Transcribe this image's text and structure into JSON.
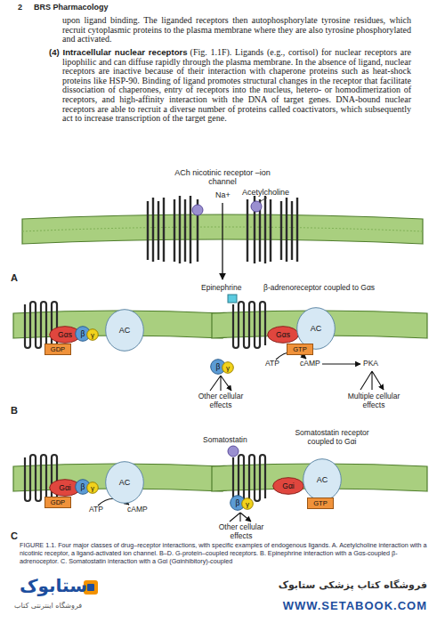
{
  "diagram": {
    "caption": "FIGURE 1.1. Four major classes of drug–receptor interactions, with specific examples of endogenous ligands. A. Acetylcholine interaction with a nicotinic receptor, a ligand-activated ion channel. B–D. G-protein–coupled receptors. B. Epinephrine interaction with a Gαs-coupled β-adrenoceptor. C. Somatostatin interaction with a Gαi (Gαinhibitory)-coupled",
    "nodes": [
      {
        "text": [
          "Gαs"
        ]
      },
      {
        "text": [
          "β"
        ]
      },
      {
        "text": [
          "γ"
        ]
      },
      {
        "text": [
          "GDP"
        ]
      },
      {
        "text": [
          "AC"
        ]
      },
      {
        "text": [
          "Gαs"
        ]
      },
      {
        "text": [
          "AC"
        ]
      },
      {
        "text": [
          "GTP"
        ]
      },
      {
        "text": [
          "β"
        ]
      },
      {
        "text": [
          "γ"
        ]
      },
      {
        "text": [
          "Gαi"
        ]
      },
      {
        "text": [
          "β"
        ]
      },
      {
        "text": [
          "γ"
        ]
      },
      {
        "text": [
          "GDP"
        ]
      },
      {
        "text": [
          "AC"
        ]
      },
      {
        "text": [
          "Gαi"
        ]
      },
      {
        "text": [
          "AC"
        ]
      },
      {
        "text": [
          "GTP"
        ]
      },
      {
        "text": [
          "β"
        ]
      },
      {
        "text": [
          "γ"
        ]
      }
    ],
    "labels": [
      "2",
      "BRS Pharmacology",
      "upon ligand binding. The liganded receptors then autophosphorylate tyrosine residues, which recruit cytoplasmic proteins to the plasma membrane where they are also tyrosine phosphorylated and activated.",
      "(4) Intracellular nuclear receptors",
      "(Fig. 1.1F). Ligands (e.g., cortisol) for nuclear receptors are lipophilic and can diffuse rapidly through the plasma membrane. In the absence of ligand, nuclear receptors are inactive because of their interaction with chaperone proteins such as heat-shock proteins like HSP-90. Binding of ligand promotes structural changes in the receptor that facilitate dissociation of chaperones, entry of receptors into the nucleus, hetero- or homodimerization of receptors, and high-affinity interaction with the DNA of target genes. DNA-bound nuclear receptors are able to recruit a diverse number of proteins called coactivators, which subsequently act to increase transcription of the target gene.",
      "ACh nicotinic receptor –ion channel",
      "Na+",
      "Acetylcholine",
      "A",
      "Epinephrine",
      "β-adrenoreceptor coupled to Gαs",
      "ATP",
      "cAMP",
      "PKA",
      "Other cellular effects",
      "Multiple cellular effects",
      "B",
      "Somatostatin",
      "Somatostatin receptor coupled to Gαi",
      "ATP",
      "cAMP",
      "Other cellular effects",
      "C",
      "ستابوک",
      "فروشگاه اینترنتی کتاب",
      "فروشگاه کتاب پزشکی ستابوک",
      "WWW.SETABOOK.COM"
    ]
  }
}
